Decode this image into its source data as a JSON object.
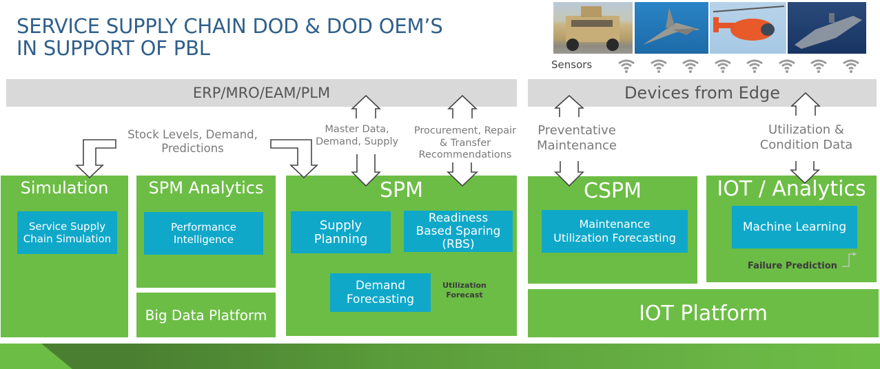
{
  "title": {
    "line1": "SERVICE SUPPLY CHAIN DOD & DOD OEM’S",
    "line2": "IN SUPPORT OF PBL"
  },
  "assets": [
    {
      "name": "Humvee"
    },
    {
      "name": "Fighter Jet"
    },
    {
      "name": "Helicopter"
    },
    {
      "name": "Aircraft Carrier"
    }
  ],
  "sensors": {
    "label": "Sensors",
    "count": 8
  },
  "bars": {
    "erp": "ERP/MRO/EAM/PLM",
    "edge": "Devices from Edge"
  },
  "flows": {
    "stock": {
      "line1": "Stock Levels, Demand,",
      "line2": "Predictions"
    },
    "master": {
      "line1": "Master Data,",
      "line2": "Demand, Supply"
    },
    "procurement": {
      "line1": "Procurement, Repair",
      "line2": "& Transfer",
      "line3": "Recommendations"
    },
    "preventative": {
      "line1": "Preventative",
      "line2": "Maintenance"
    },
    "utilization": {
      "line1": "Utilization &",
      "line2": "Condition Data"
    }
  },
  "blocks": {
    "simulation": {
      "title": "Simulation",
      "sub": {
        "line1": "Service Supply",
        "line2": "Chain Simulation"
      }
    },
    "spm_analytics": {
      "title": "SPM Analytics",
      "sub": {
        "line1": "Performance",
        "line2": "Intelligence"
      }
    },
    "big_data": {
      "title": "Big Data Platform"
    },
    "spm": {
      "title": "SPM",
      "supply_planning": {
        "line1": "Supply",
        "line2": "Planning"
      },
      "rbs": {
        "line1": "Readiness",
        "line2": "Based Sparing",
        "line3": "(RBS)"
      },
      "demand_forecasting": {
        "line1": "Demand",
        "line2": "Forecasting"
      },
      "utilization_forecast": {
        "line1": "Utilization",
        "line2": "Forecast"
      }
    },
    "cspm": {
      "title": "CSPM",
      "sub": {
        "line1": "Maintenance",
        "line2": "Utilization Forecasting"
      }
    },
    "iot_analytics": {
      "title": "IOT / Analytics",
      "machine_learning": "Machine Learning",
      "failure_prediction": "Failure Prediction"
    },
    "iot_platform": {
      "title": "IOT Platform"
    }
  },
  "colors": {
    "green": "#6cbd45",
    "blue": "#0fa8c9",
    "gray_bar": "#d9d9d9",
    "title_blue": "#2f5f8a"
  }
}
